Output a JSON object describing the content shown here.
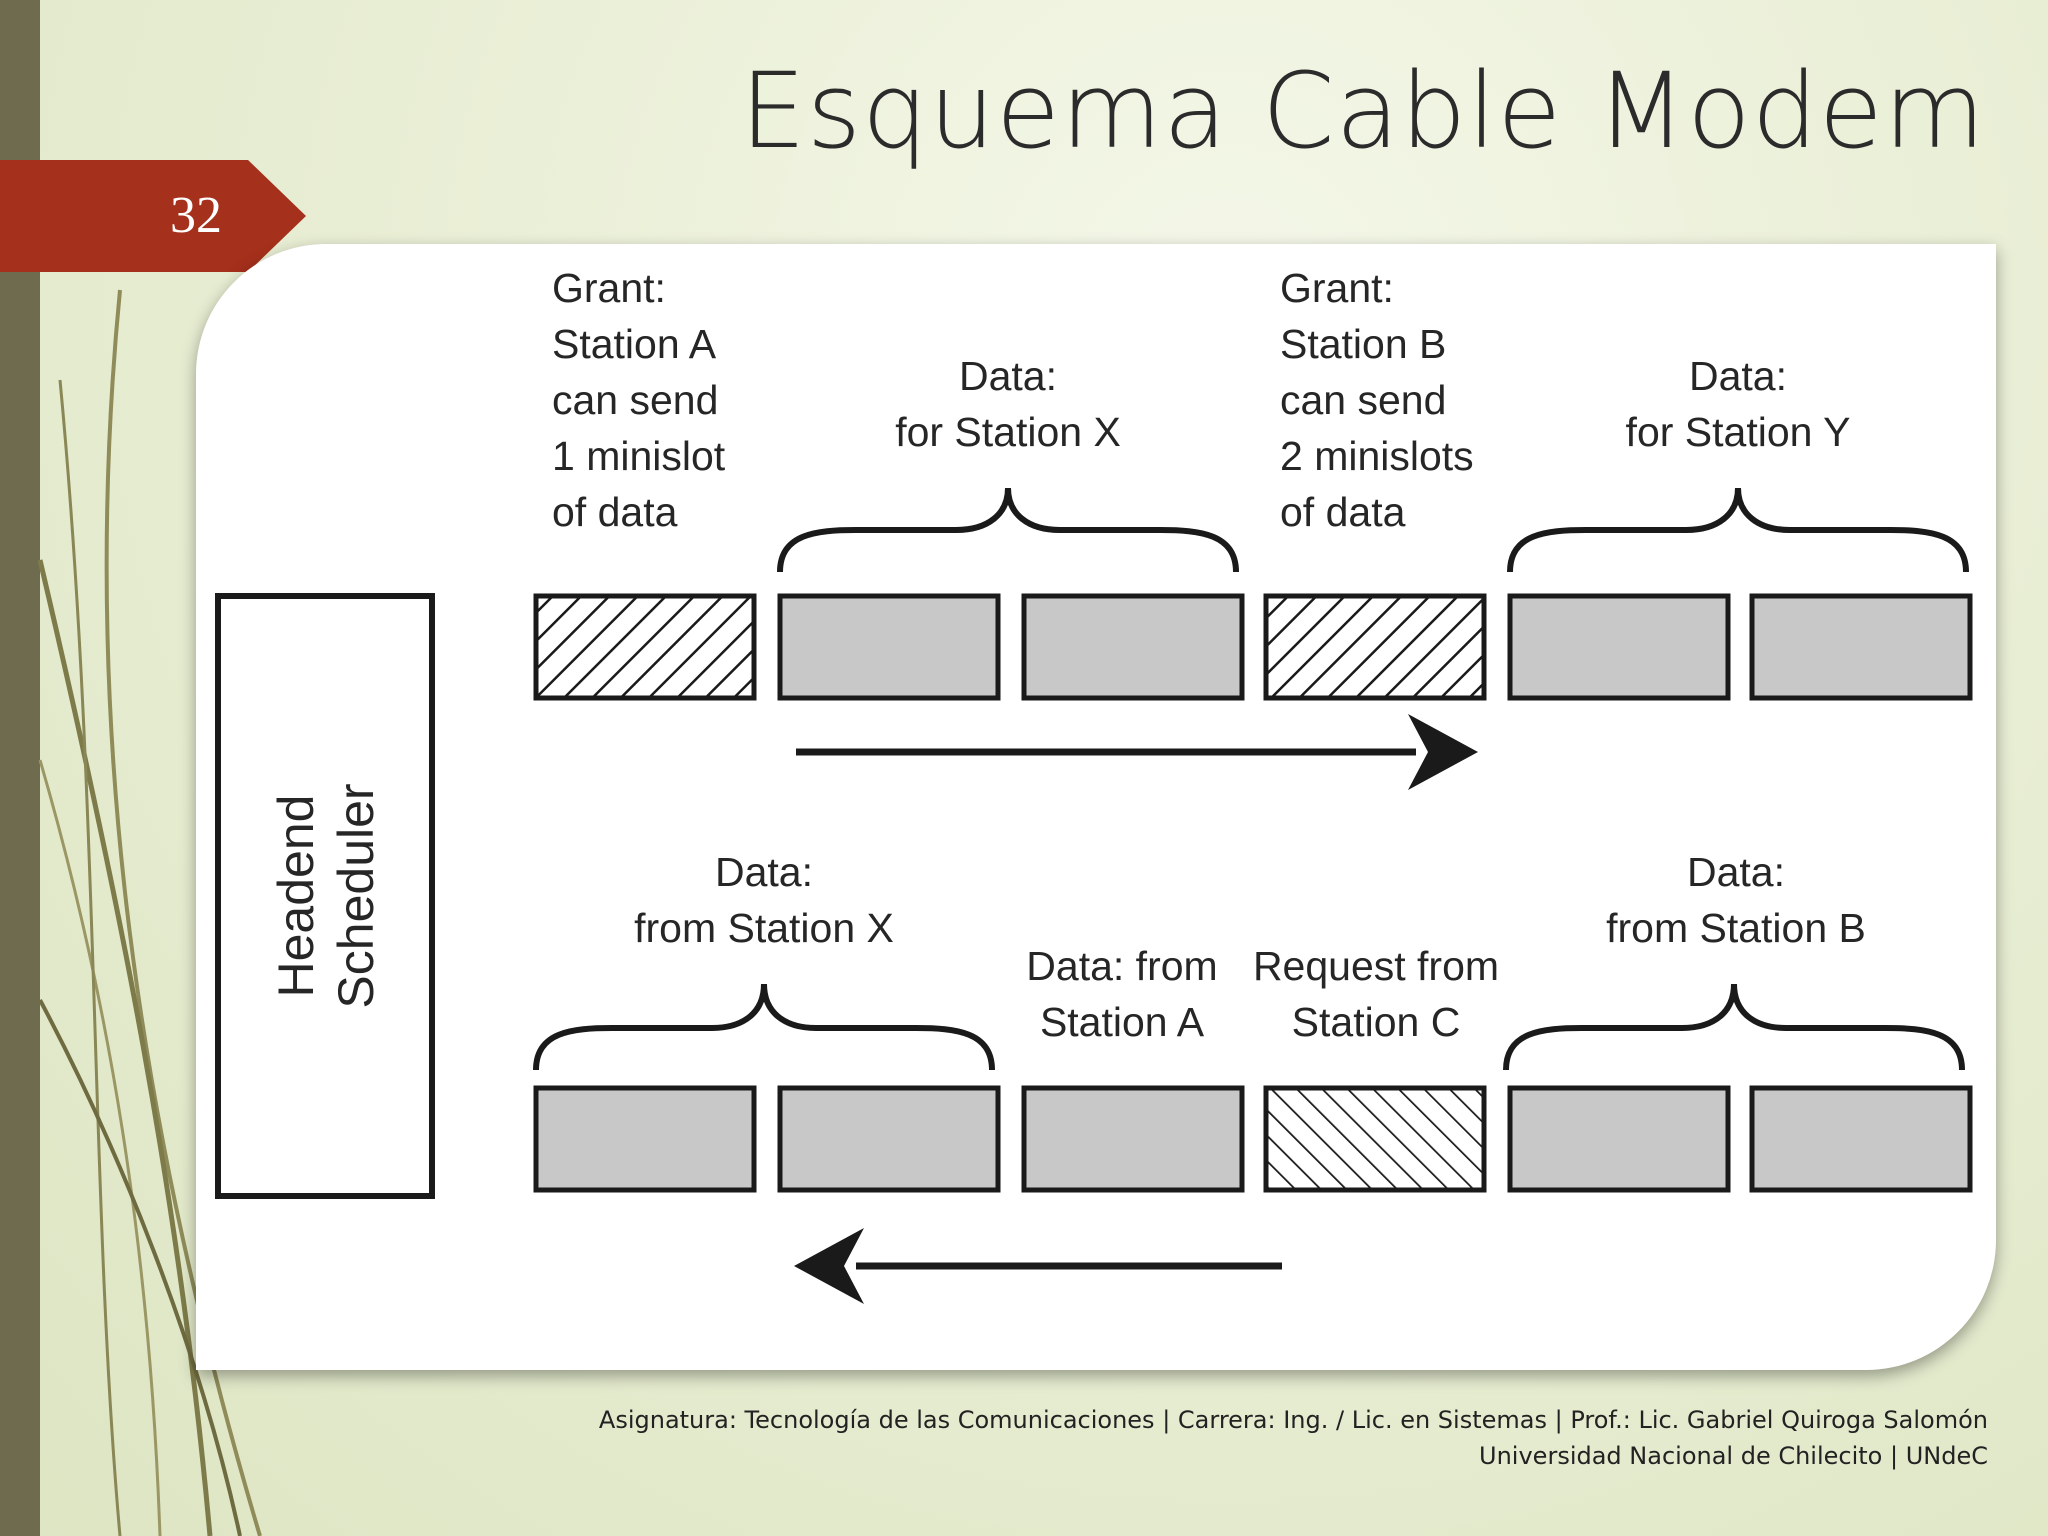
{
  "slide": {
    "number": "32",
    "title": "Esquema Cable Modem",
    "footer_line1": "Asignatura: Tecnología de las Comunicaciones | Carrera: Ing. / Lic. en Sistemas | Prof.: Lic. Gabriel Quiroga Salomón",
    "footer_line2": "Universidad Nacional de Chilecito | UNdeC"
  },
  "diagram": {
    "scheduler_line1": "Headend",
    "scheduler_line2": "Scheduler",
    "top": {
      "grant_a": [
        "Grant:",
        "Station A",
        "can send",
        "1 minislot",
        "of data"
      ],
      "data_x": [
        "Data:",
        "for Station X"
      ],
      "grant_b": [
        "Grant:",
        "Station B",
        "can send",
        "2 minislots",
        "of data"
      ],
      "data_y": [
        "Data:",
        "for Station Y"
      ]
    },
    "bottom": {
      "data_from_x": [
        "Data:",
        "from Station X"
      ],
      "data_from_a": [
        "Data: from",
        "Station A"
      ],
      "request_c": [
        "Request from",
        "Station C"
      ],
      "data_from_b": [
        "Data:",
        "from Station B"
      ]
    }
  },
  "colors": {
    "accent_tab": "#a5301c",
    "left_bar": "#6f6b4f",
    "slot_fill": "#c8c8c8"
  }
}
